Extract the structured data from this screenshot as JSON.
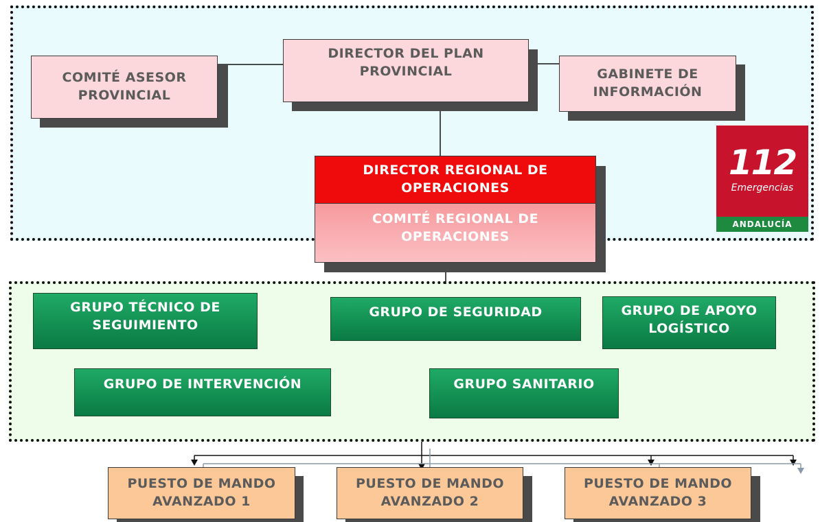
{
  "top_zone": {
    "comite_asesor": "COMITÉ ASESOR\nPROVINCIAL",
    "director_plan": "DIRECTOR DEL PLAN\nPROVINCIAL",
    "gabinete": "GABINETE DE\nINFORMACIÓN",
    "director_regional": "DIRECTOR REGIONAL DE\nOPERACIONES",
    "comite_regional": "COMITÉ REGIONAL DE\nOPERACIONES"
  },
  "logo": {
    "number": "112",
    "word": "Emergencias",
    "region": "ANDALUCÍA"
  },
  "groups": {
    "tecnico": "GRUPO TÉCNICO DE\nSEGUIMIENTO",
    "seguridad": "GRUPO DE SEGURIDAD",
    "apoyo": "GRUPO DE APOYO\nLOGÍSTICO",
    "intervencion": "GRUPO DE INTERVENCIÓN",
    "sanitario": "GRUPO  SANITARIO"
  },
  "puestos": [
    "PUESTO DE MANDO\nAVANZADO 1",
    "PUESTO DE MANDO\nAVANZADO 2",
    "PUESTO DE MANDO\nAVANZADO 3"
  ],
  "colors": {
    "pink": "#fcd8dc",
    "red": "#ef0b0b",
    "green": "#11935a",
    "peach": "#fcc897",
    "logo_red": "#c8132c",
    "logo_green": "#1e8a40"
  }
}
